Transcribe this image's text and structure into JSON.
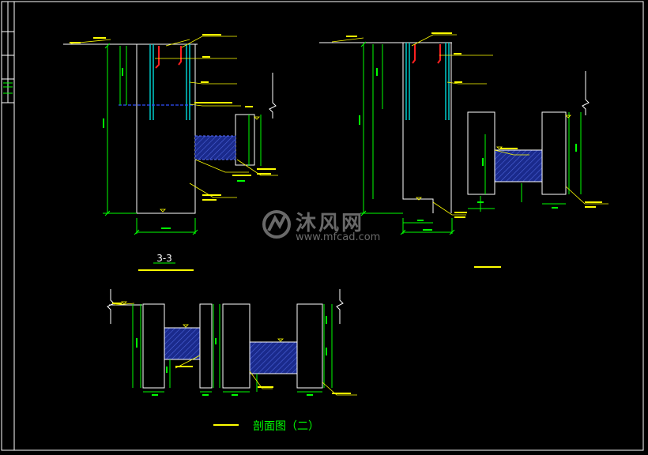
{
  "sections": {
    "s33_title": "3-3",
    "drawing_title": "剖面图（二）"
  },
  "watermark": {
    "text": "沐风网",
    "url": "www.mfcad.com"
  },
  "colors": {
    "background": "#000000",
    "frame": "#ffffff",
    "dimension": "#00ff00",
    "leader_text": "#ffff00",
    "rebar": "#00cccc",
    "red_mark": "#ff2020",
    "blue_line": "#3050ff",
    "hatch": "#2b3fb0"
  }
}
